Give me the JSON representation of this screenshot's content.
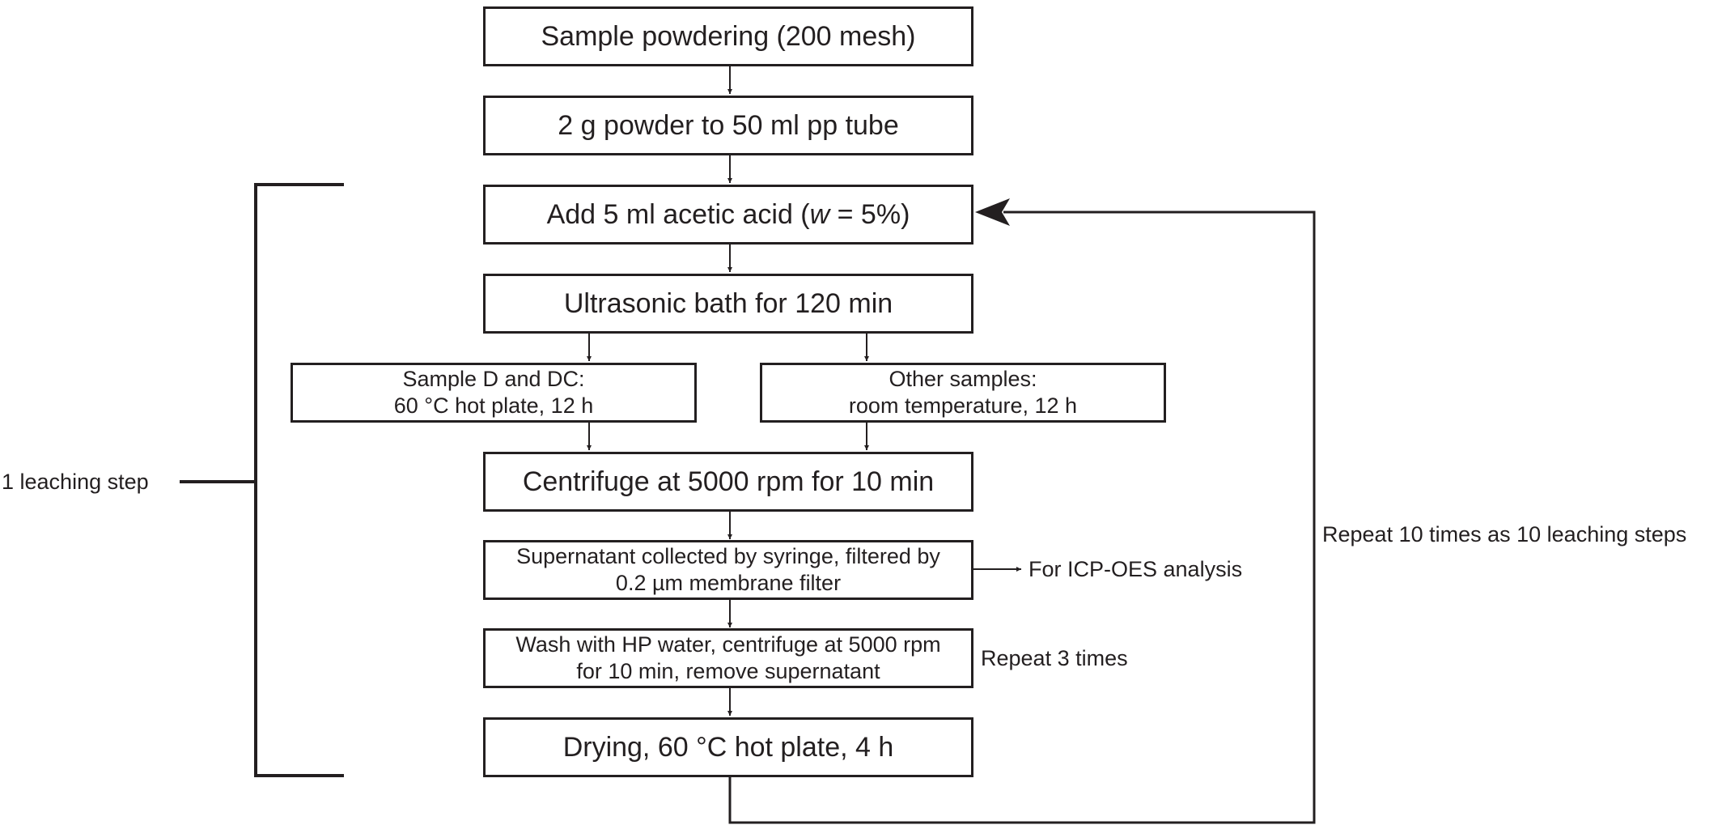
{
  "steps": {
    "powdering": "Sample powdering (200 mesh)",
    "powder_to_tube": "2 g powder to 50 ml pp tube",
    "acetic_acid": {
      "before": "Add 5 ml acetic acid (",
      "var": "w",
      "after": " = 5%)"
    },
    "ultrasonic": "Ultrasonic bath for 120 min",
    "sample_d_dc": [
      "Sample D and DC:",
      "60 °C hot plate, 12 h"
    ],
    "other_samples": [
      "Other samples:",
      "room temperature, 12 h"
    ],
    "centrifuge": "Centrifuge at 5000 rpm for 10 min",
    "supernatant": [
      "Supernatant collected by syringe, filtered by",
      "0.2 µm membrane filter"
    ],
    "wash": [
      "Wash with HP water, centrifuge at 5000 rpm",
      "for 10 min, remove supernatant"
    ],
    "drying": "Drying, 60 °C hot plate, 4 h"
  },
  "labels": {
    "icp": "For ICP-OES analysis",
    "repeat3": "Repeat 3 times",
    "repeat10": "Repeat 10 times as 10 leaching steps",
    "leaching_step": "1 leaching step"
  }
}
